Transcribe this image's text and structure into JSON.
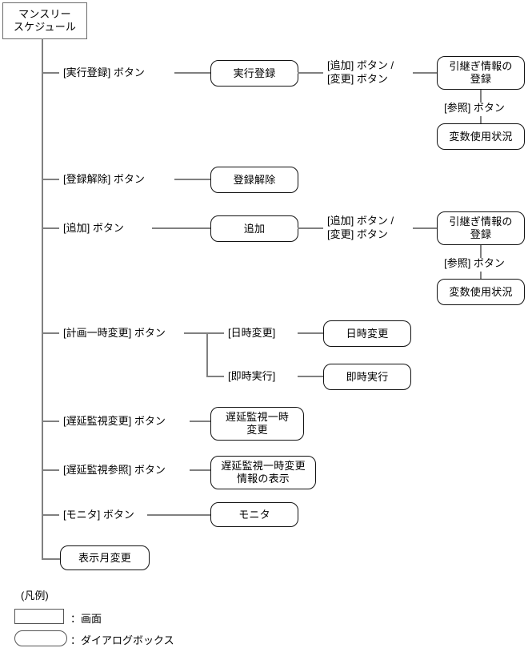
{
  "diagram": {
    "root": {
      "label": "マンスリー\nスケジュール",
      "type": "screen"
    },
    "branches": [
      {
        "label": "[実行登録] ボタン",
        "node": {
          "label": "実行登録",
          "type": "dialog"
        },
        "child_label": "[追加] ボタン /\n[変更] ボタン",
        "child_node": {
          "label": "引継ぎ情報の\n登録",
          "type": "dialog"
        },
        "grandchild_label": "[参照] ボタン",
        "grandchild_node": {
          "label": "変数使用状況",
          "type": "dialog"
        }
      },
      {
        "label": "[登録解除] ボタン",
        "node": {
          "label": "登録解除",
          "type": "dialog"
        }
      },
      {
        "label": "[追加] ボタン",
        "node": {
          "label": "追加",
          "type": "dialog"
        },
        "child_label": "[追加] ボタン /\n[変更] ボタン",
        "child_node": {
          "label": "引継ぎ情報の\n登録",
          "type": "dialog"
        },
        "grandchild_label": "[参照] ボタン",
        "grandchild_node": {
          "label": "変数使用状況",
          "type": "dialog"
        }
      },
      {
        "label": "[計画一時変更] ボタン",
        "sub_branches": [
          {
            "label": "[日時変更]",
            "node": {
              "label": "日時変更",
              "type": "dialog"
            }
          },
          {
            "label": "[即時実行]",
            "node": {
              "label": "即時実行",
              "type": "dialog"
            }
          }
        ]
      },
      {
        "label": "[遅延監視変更] ボタン",
        "node": {
          "label": "遅延監視一時\n変更",
          "type": "dialog"
        }
      },
      {
        "label": "[遅延監視参照] ボタン",
        "node": {
          "label": "遅延監視一時変更\n情報の表示",
          "type": "dialog"
        }
      },
      {
        "label": "[モニタ] ボタン",
        "node": {
          "label": "モニタ",
          "type": "dialog"
        }
      },
      {
        "label": "",
        "node": {
          "label": "表示月変更",
          "type": "dialog"
        }
      }
    ]
  },
  "legend": {
    "title": "(凡例)",
    "items": [
      {
        "shape": "rect",
        "text": "：画面"
      },
      {
        "shape": "pill",
        "text": "：ダイアログボックス"
      }
    ]
  },
  "colors": {
    "line": "#808080",
    "border": "#111111",
    "root_border": "#6b6b6b",
    "background": "#ffffff",
    "text": "#000000"
  }
}
